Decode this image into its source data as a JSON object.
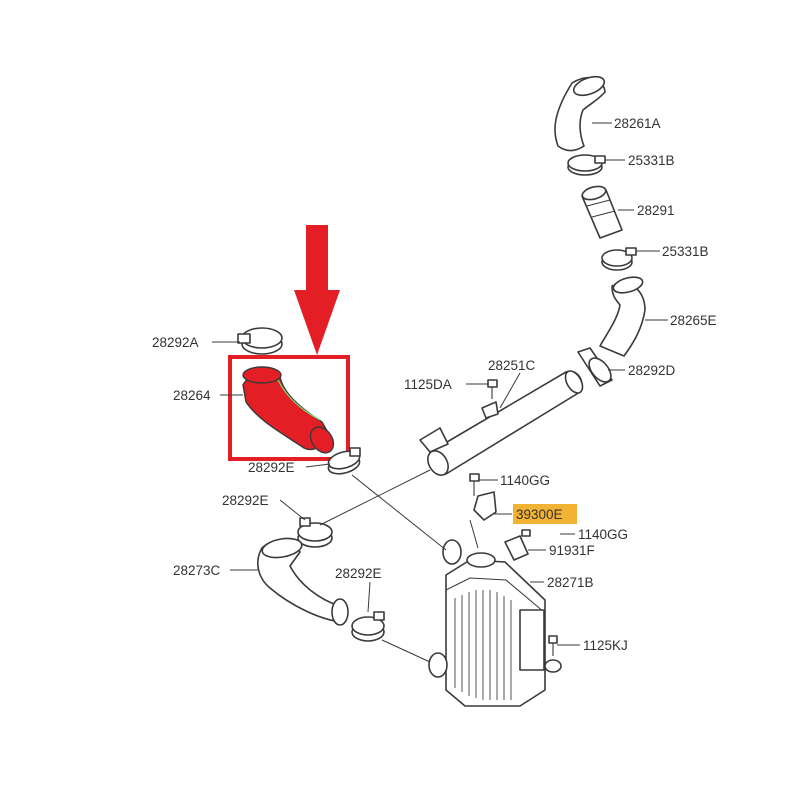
{
  "colors": {
    "highlight_red": "#e31e24",
    "label_highlight": "#f2b233",
    "line": "#3a3a3a",
    "background": "#ffffff"
  },
  "labels": {
    "p28261A": "28261A",
    "p25331B_top": "25331B",
    "p28291": "28291",
    "p25331B_bottom": "25331B",
    "p28265E": "28265E",
    "p28292D": "28292D",
    "p28251C": "28251C",
    "p1125DA": "1125DA",
    "p28292A": "28292A",
    "p28264": "28264",
    "p28292E_top": "28292E",
    "p28292E_mid": "28292E",
    "p1140GG_top": "1140GG",
    "p39300E": "39300E",
    "p1140GG_bottom": "1140GG",
    "p91931F": "91931F",
    "p28273C": "28273C",
    "p28292E_bottom": "28292E",
    "p28271B": "28271B",
    "p1125KJ": "1125KJ"
  },
  "highlight": {
    "part": "28264",
    "indicator": "down-arrow"
  }
}
